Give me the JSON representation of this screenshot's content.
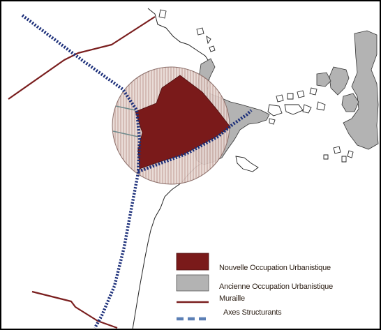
{
  "colors": {
    "new_urban": "#7a1a1a",
    "old_urban": "#b3b3b3",
    "wall": "#7a1e1e",
    "axes": "#1c2f7a",
    "axes_legend": "#5b7fb5",
    "circle_fill": "#d9c2bd",
    "coastline": "#222222"
  },
  "legend": {
    "items": [
      {
        "label": "Nouvelle Occupation Urbanistique",
        "symbol": "fill-dark-red"
      },
      {
        "label": "Ancienne Occupation Urbanistique",
        "symbol": "fill-gray"
      },
      {
        "label": "Muraille",
        "symbol": "line-dark-red"
      },
      {
        "label": "Axes Structurants",
        "symbol": "dashed-blue-line"
      }
    ]
  }
}
